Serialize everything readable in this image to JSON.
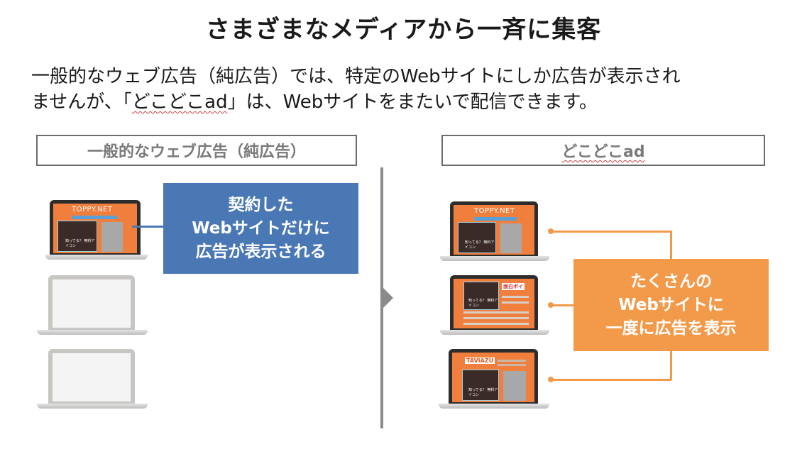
{
  "title": "さまざまなメディアから一斉に集客",
  "intro": {
    "line1": "一般的なウェブ広告（純広告）では、特定のWebサイトにしか広告が表示され",
    "line2_a": "ませんが、「",
    "line2_brand": "どこどこad",
    "line2_b": "」は、Webサイトをまたいで配信できます。"
  },
  "left": {
    "header": "一般的なウェブ広告（純広告）",
    "callout": [
      "契約した",
      "Webサイトだけに",
      "広告が表示される"
    ],
    "site_name": "TOPPY.NET",
    "ad_caption": "知ってる？ 無料アイコン"
  },
  "right": {
    "header": "どこどこad",
    "callout": [
      "たくさんの",
      "Webサイトに",
      "一度に広告を表示"
    ],
    "sites": [
      "TOPPY.NET",
      "面白ポイ",
      "TAVIAZU"
    ],
    "ad_caption": "知ってる？ 無料アイコン"
  },
  "colors": {
    "blue": "#4a78b5",
    "orange": "#f39a4a",
    "divider": "#8a8a8a"
  }
}
